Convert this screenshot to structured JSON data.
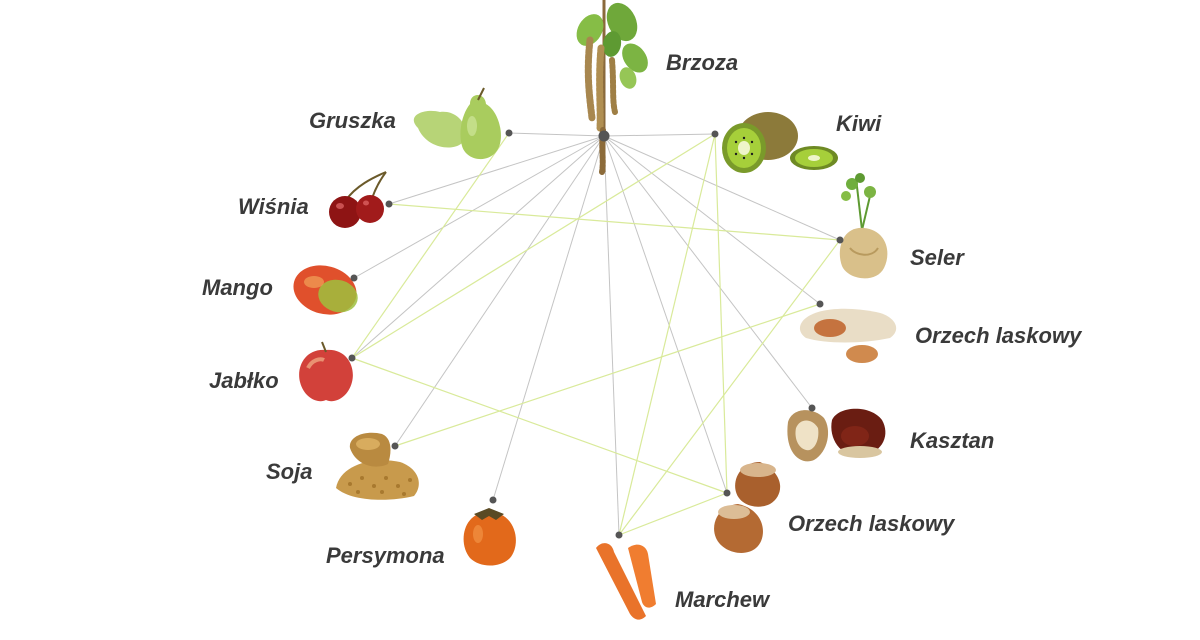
{
  "center": {
    "label": "Brzoza",
    "icon": "birch-catkin-icon"
  },
  "nodes": [
    {
      "id": "gruszka",
      "label": "Gruszka",
      "icon": "pear-icon"
    },
    {
      "id": "wisnia",
      "label": "Wiśnia",
      "icon": "cherry-icon"
    },
    {
      "id": "mango",
      "label": "Mango",
      "icon": "mango-icon"
    },
    {
      "id": "jablko",
      "label": "Jabłko",
      "icon": "apple-icon"
    },
    {
      "id": "soja",
      "label": "Soja",
      "icon": "soybean-icon"
    },
    {
      "id": "persymona",
      "label": "Persymona",
      "icon": "persimmon-icon"
    },
    {
      "id": "marchew",
      "label": "Marchew",
      "icon": "carrot-icon"
    },
    {
      "id": "orzech2",
      "label": "Orzech laskowy",
      "icon": "hazelnut-icon"
    },
    {
      "id": "kasztan",
      "label": "Kasztan",
      "icon": "chestnut-icon"
    },
    {
      "id": "orzech1",
      "label": "Orzech laskowy",
      "icon": "peanut-icon"
    },
    {
      "id": "seler",
      "label": "Seler",
      "icon": "celeriac-icon"
    },
    {
      "id": "kiwi",
      "label": "Kiwi",
      "icon": "kiwi-icon"
    }
  ],
  "links_from_center": [
    "gruszka",
    "wisnia",
    "mango",
    "jablko",
    "soja",
    "persymona",
    "marchew",
    "orzech2",
    "kasztan",
    "orzech1",
    "seler",
    "kiwi"
  ],
  "cross_links": [
    [
      "wisnia",
      "seler"
    ],
    [
      "gruszka",
      "jablko"
    ],
    [
      "jablko",
      "kiwi"
    ],
    [
      "jablko",
      "orzech2"
    ],
    [
      "soja",
      "orzech1"
    ],
    [
      "kiwi",
      "orzech2"
    ],
    [
      "kiwi",
      "marchew"
    ],
    [
      "seler",
      "marchew"
    ],
    [
      "marchew",
      "orzech2"
    ]
  ],
  "colors": {
    "center_edge": "#c4c4c4",
    "cross_edge": "#d9ea9a",
    "dot": "#555555",
    "label": "#3a3a3a"
  }
}
